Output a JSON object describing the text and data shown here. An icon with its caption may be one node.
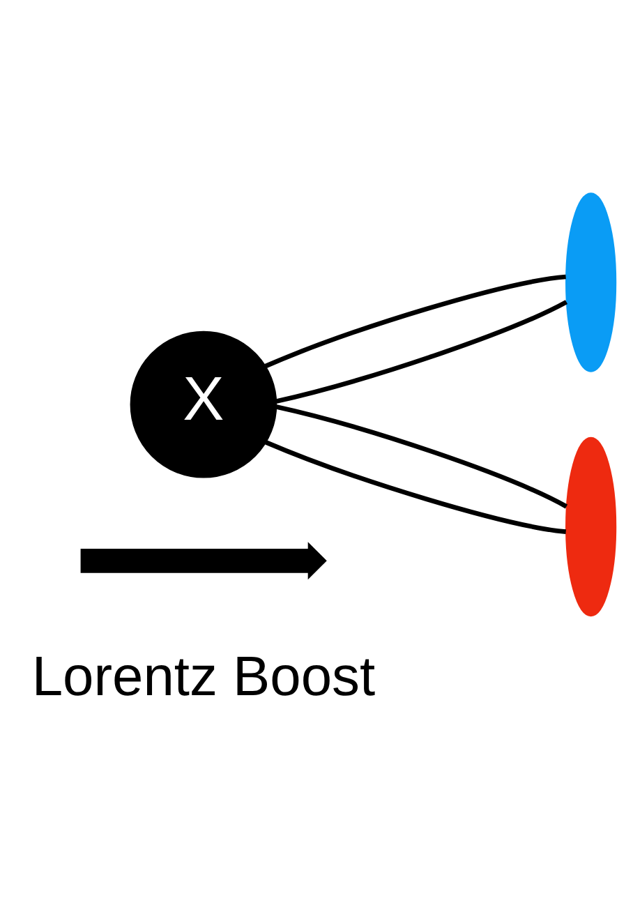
{
  "diagram": {
    "nodes": [
      {
        "text": [
          "X"
        ]
      },
      {
        "text": [],
        "shape": "ellipse"
      },
      {
        "text": [],
        "shape": "ellipse"
      },
      {
        "text": [],
        "shape": "arrow"
      }
    ],
    "edges": [
      {
        "from": 0,
        "to": 1,
        "arrow": "none"
      },
      {
        "from": 0,
        "to": 1,
        "arrow": "none"
      },
      {
        "from": 0,
        "to": 2,
        "arrow": "none"
      },
      {
        "from": 0,
        "to": 2,
        "arrow": "none"
      }
    ],
    "labels": [
      "Lorentz Boost"
    ]
  }
}
